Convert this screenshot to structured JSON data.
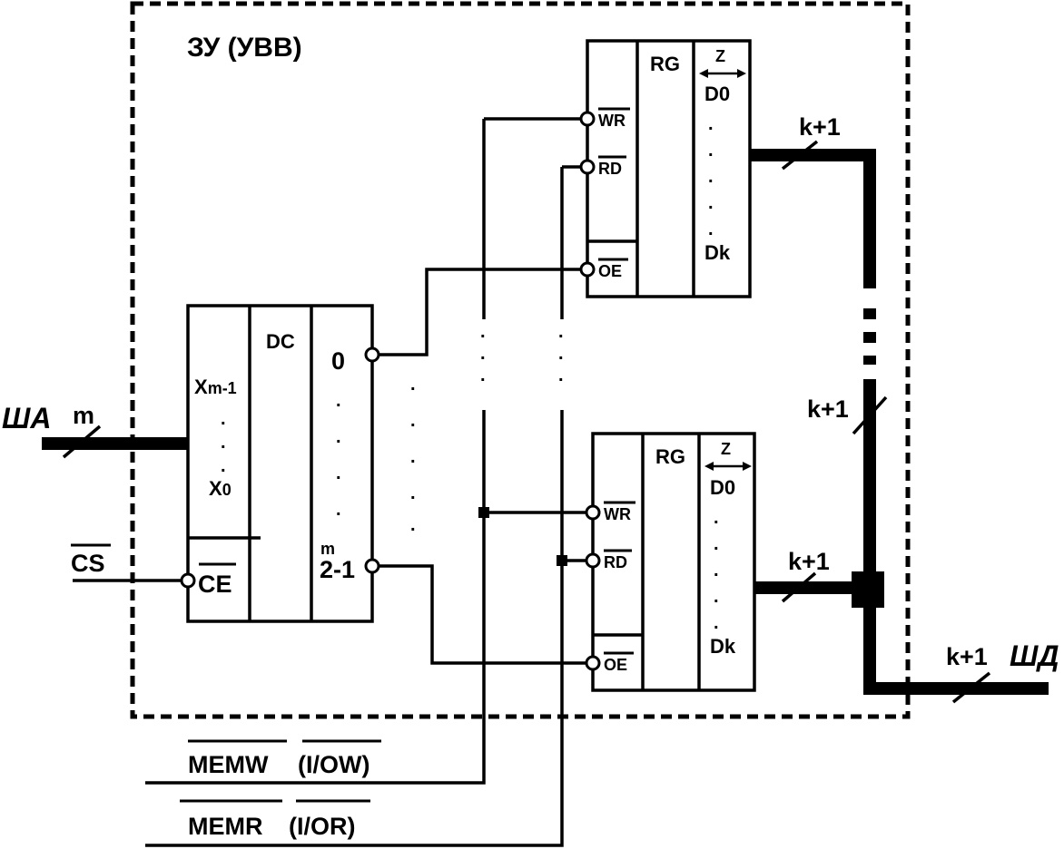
{
  "frame": {
    "label": "ЗУ (УВВ)"
  },
  "decoder": {
    "title": "DC",
    "in_high": "X",
    "in_high_sub": "m-1",
    "in_low": "X",
    "in_low_sub": "0",
    "enable": "CE",
    "out_first": "0",
    "out_last_base": "2",
    "out_last_sup": "m",
    "out_last_rest": "-1"
  },
  "register_top": {
    "title": "RG",
    "wr": "WR",
    "rd": "RD",
    "oe": "OE",
    "z": "Z",
    "d0": "D0",
    "dk": "Dk"
  },
  "register_bottom": {
    "title": "RG",
    "wr": "WR",
    "rd": "RD",
    "oe": "OE",
    "z": "Z",
    "d0": "D0",
    "dk": "Dk"
  },
  "buses": {
    "address_name": "ША",
    "address_width": "m",
    "data_name": "ШД",
    "data_width": "k+1",
    "reg_top_width": "k+1",
    "reg_bottom_width": "k+1",
    "vertical_width": "k+1"
  },
  "signals": {
    "cs": "CS",
    "memw": "MEMW",
    "memw_alt": "(I/OW)",
    "memr": "MEMR",
    "memr_alt": "(I/OR)"
  }
}
